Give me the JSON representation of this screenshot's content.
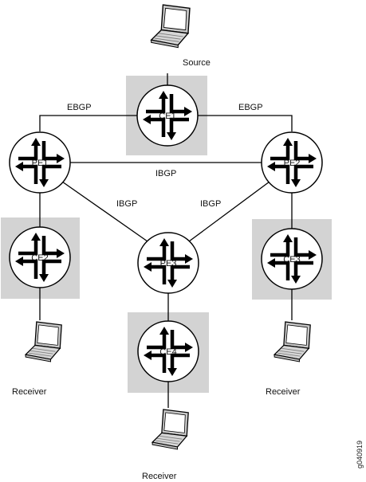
{
  "colors": {
    "box": "#d3d3d3",
    "line": "#000000",
    "laptop_body": "#c8c8c8",
    "laptop_screen": "#ffffff"
  },
  "hosts": {
    "source": "Source",
    "receiver_ce2": "Receiver",
    "receiver_ce4": "Receiver",
    "receiver_ce3": "Receiver"
  },
  "routers": {
    "ce1": "CE1",
    "pe1": "PE1",
    "pe2": "PE2",
    "pe3": "PE3",
    "ce2": "CE2",
    "ce3": "CE3",
    "ce4": "CE4"
  },
  "links": {
    "ebgp_left": "EBGP",
    "ebgp_right": "EBGP",
    "ibgp_pe1_pe2": "IBGP",
    "ibgp_pe1_pe3": "IBGP",
    "ibgp_pe2_pe3": "IBGP"
  },
  "figure_code": "g040919"
}
